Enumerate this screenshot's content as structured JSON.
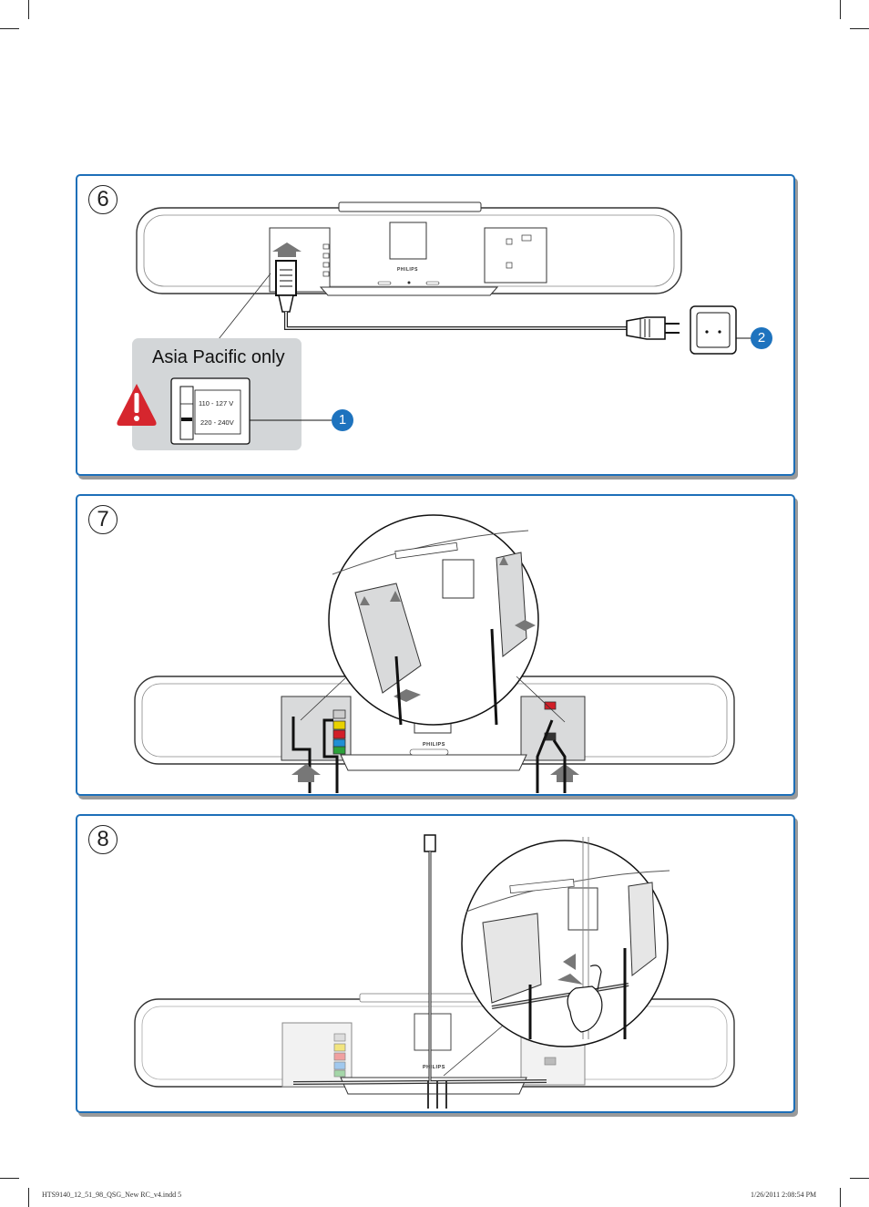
{
  "panels": [
    {
      "step": "6"
    },
    {
      "step": "7"
    },
    {
      "step": "8"
    }
  ],
  "step6": {
    "region_note": "Asia Pacific only",
    "voltage_low": "110 - 127 V",
    "voltage_high": "220 - 240V",
    "callout_1": "1",
    "callout_2": "2",
    "warning_icon": "exclamation-warning-icon"
  },
  "brand": "PHILIPS",
  "footer": {
    "file": "HTS9140_12_51_98_QSG_New RC_v4.indd   5",
    "timestamp": "1/26/2011   2:08:54 PM"
  },
  "colors": {
    "panel_border": "#1d6fb8",
    "callout": "#1e73be",
    "warning": "#d6262e",
    "note_bg": "#d3d6d8"
  }
}
